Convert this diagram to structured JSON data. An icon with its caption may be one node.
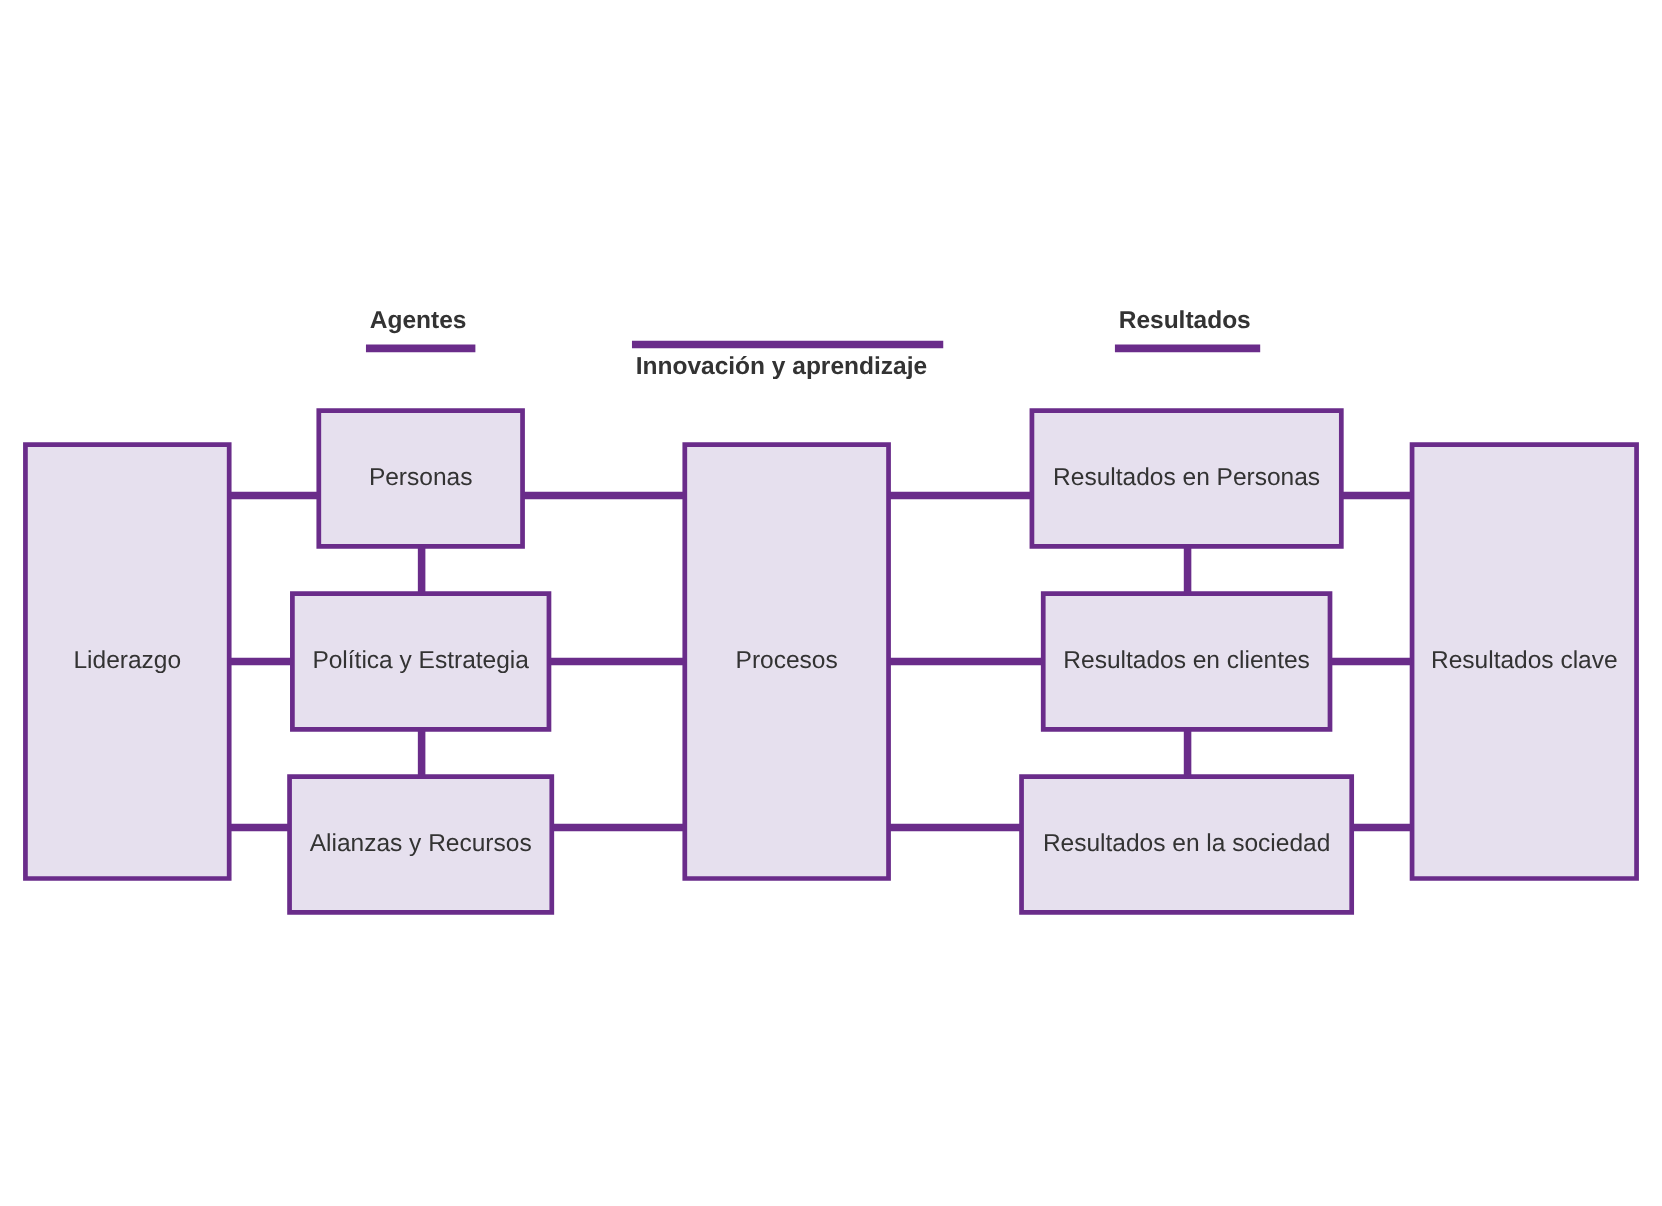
{
  "diagram": {
    "nodes": [
      {
        "text": [
          "Liderazgo"
        ]
      },
      {
        "text": [
          "Personas"
        ]
      },
      {
        "text": [
          "Política y Estrategia"
        ]
      },
      {
        "text": [
          "Alianzas y Recursos"
        ]
      },
      {
        "text": [
          "Procesos"
        ]
      },
      {
        "text": [
          "Resultados en Personas"
        ]
      },
      {
        "text": [
          "Resultados en clientes"
        ]
      },
      {
        "text": [
          "Resultados en la sociedad"
        ]
      },
      {
        "text": [
          "Resultados clave"
        ]
      }
    ],
    "edges": [
      {
        "from": 0,
        "to": 1,
        "arrow": "none"
      },
      {
        "from": 0,
        "to": 2,
        "arrow": "none"
      },
      {
        "from": 0,
        "to": 3,
        "arrow": "none"
      },
      {
        "from": 1,
        "to": 2,
        "arrow": "none"
      },
      {
        "from": 2,
        "to": 3,
        "arrow": "none"
      },
      {
        "from": 1,
        "to": 4,
        "arrow": "none"
      },
      {
        "from": 2,
        "to": 4,
        "arrow": "none"
      },
      {
        "from": 3,
        "to": 4,
        "arrow": "none"
      },
      {
        "from": 4,
        "to": 5,
        "arrow": "none"
      },
      {
        "from": 4,
        "to": 6,
        "arrow": "none"
      },
      {
        "from": 4,
        "to": 7,
        "arrow": "none"
      },
      {
        "from": 5,
        "to": 6,
        "arrow": "none"
      },
      {
        "from": 6,
        "to": 7,
        "arrow": "none"
      },
      {
        "from": 5,
        "to": 8,
        "arrow": "none"
      },
      {
        "from": 6,
        "to": 8,
        "arrow": "none"
      },
      {
        "from": 7,
        "to": 8,
        "arrow": "none"
      }
    ],
    "labels": [
      "Agentes",
      "Resultados",
      "Innovación y aprendizaje"
    ]
  }
}
